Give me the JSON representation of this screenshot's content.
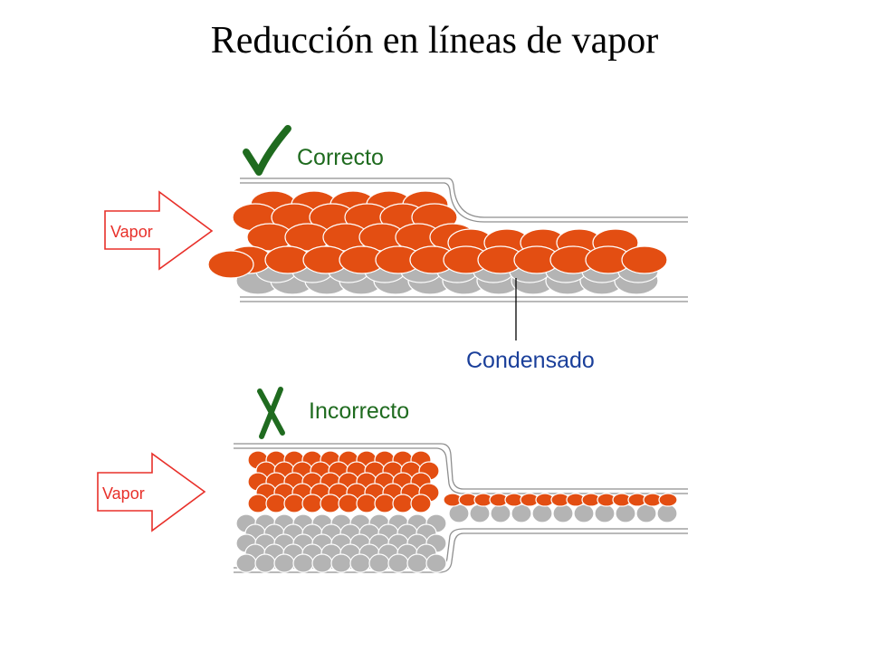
{
  "title": "Reducción en líneas de vapor",
  "correct": {
    "label": "Correcto",
    "mark": "check-mark-icon",
    "inlet_label": "Vapor"
  },
  "incorrect": {
    "label": "Incorrecto",
    "mark": "x-mark-icon",
    "inlet_label": "Vapor"
  },
  "condensate_label": "Condensado",
  "colors": {
    "steam": "#e34e12",
    "steam_edge": "#ffffff",
    "condensate": "#b4b4b4",
    "condensate_edge": "#ffffff",
    "pipe": "#8f8f8f",
    "check": "#1f6b1f",
    "status_text": "#1f6b1f",
    "condensate_text": "#1a3f9a",
    "arrow": "#e8302a",
    "arrow_text": "#e8302a",
    "title": "#000000"
  }
}
